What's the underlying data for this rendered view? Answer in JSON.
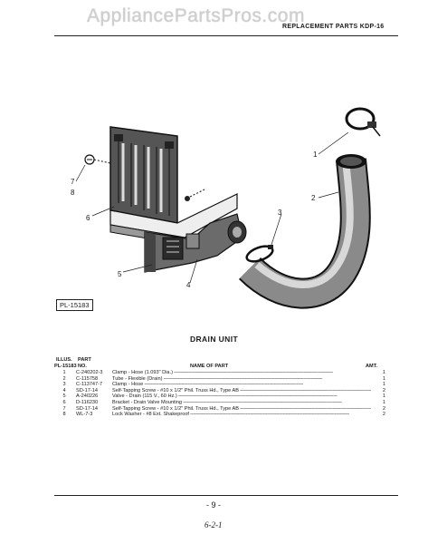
{
  "watermark": "AppliancePartsPros.com",
  "header_title": "REPLACEMENT PARTS KDP-16",
  "plate_number": "PL-15183",
  "diagram_title": "DRAIN UNIT",
  "callouts": [
    "1",
    "2",
    "3",
    "4",
    "5",
    "6",
    "7",
    "8"
  ],
  "columns": {
    "illus_line1": "ILLUS.",
    "illus_line2": "PL-15183",
    "part_line1": "PART",
    "part_line2": "NO.",
    "name": "NAME OF PART",
    "amt": "AMT."
  },
  "parts": [
    {
      "illus": "1",
      "part_no": "C-240202-3",
      "name": "Clamp - Hose (1.093\" Dia.)",
      "amt": "1"
    },
    {
      "illus": "2",
      "part_no": "C-115758",
      "name": "Tube - Flexible (Drain)",
      "amt": "1"
    },
    {
      "illus": "3",
      "part_no": "C-113747-7",
      "name": "Clamp - Hose",
      "amt": "1"
    },
    {
      "illus": "4",
      "part_no": "SD-17-14",
      "name": "Self-Tapping Screw - #10 x 1/2\" Phil. Truss Hd., Type AB",
      "amt": "2"
    },
    {
      "illus": "5",
      "part_no": "A-240226",
      "name": "Valve - Drain (115 V., 60 Hz.)",
      "amt": "1"
    },
    {
      "illus": "6",
      "part_no": "D-116230",
      "name": "Bracket - Drain Valve Mounting",
      "amt": "1"
    },
    {
      "illus": "7",
      "part_no": "SD-17-14",
      "name": "Self-Tapping Screw - #10 x 1/2\" Phil. Truss Hd., Type AB",
      "amt": "2"
    },
    {
      "illus": "8",
      "part_no": "WL-7-3",
      "name": "Lock Washer - #8 Ext. Shakeproof",
      "amt": "2"
    }
  ],
  "page_number": "- 9 -",
  "handwritten_note": "6-2-1"
}
